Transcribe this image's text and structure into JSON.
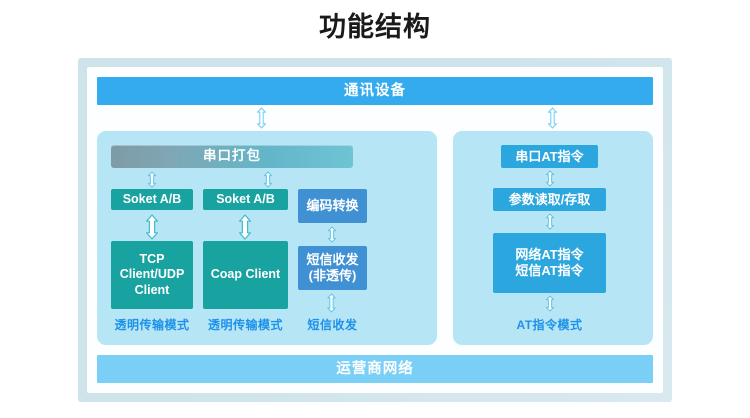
{
  "page": {
    "title": "功能结构"
  },
  "diagram": {
    "type": "block-architecture",
    "colors": {
      "frame_bg": "#cfe3eb",
      "inner_bg": "#fdfeff",
      "band_top": "#35ABEF",
      "band_bottom": "#79CFF5",
      "panel_bg": "#B6E5F6",
      "teal": "#18A3A1",
      "blue_mid": "#4090D4",
      "blue_lite": "#2BA6DE",
      "caption_text": "#1D92E8",
      "node_text": "#FFFFFF"
    },
    "bands": {
      "top": "通讯设备",
      "bottom": "运营商网络"
    },
    "left_panel": {
      "header": "串口打包",
      "columns": [
        {
          "socket": "Soket A/B",
          "body": "TCP\nClient/UDP\nClient",
          "caption": "透明传输模式"
        },
        {
          "socket": "Soket A/B",
          "body": "Coap Client",
          "caption": "透明传输模式"
        },
        {
          "top_box": "编码转换",
          "body": "短信收发\n(非透传)",
          "caption": "短信收发"
        }
      ]
    },
    "right_panel": {
      "header": "串口AT指令",
      "middle": "参数读取/存取",
      "body": "网络AT指令\n短信AT指令",
      "caption": "AT指令模式"
    },
    "connectors": [
      {
        "name": "device-to-serial-pack",
        "direction": "bidirectional"
      },
      {
        "name": "device-to-serial-at",
        "direction": "bidirectional"
      },
      {
        "name": "pack-to-socket-a",
        "direction": "bidirectional"
      },
      {
        "name": "pack-to-encoding",
        "direction": "bidirectional"
      },
      {
        "name": "socket-a-to-tcp",
        "direction": "bidirectional"
      },
      {
        "name": "socket-b-to-coap",
        "direction": "bidirectional"
      },
      {
        "name": "encoding-to-sms",
        "direction": "bidirectional"
      },
      {
        "name": "sms-to-network",
        "direction": "bidirectional"
      },
      {
        "name": "serial-at-to-params",
        "direction": "bidirectional"
      },
      {
        "name": "params-to-at-commands",
        "direction": "bidirectional"
      },
      {
        "name": "at-commands-to-network",
        "direction": "bidirectional"
      }
    ]
  }
}
